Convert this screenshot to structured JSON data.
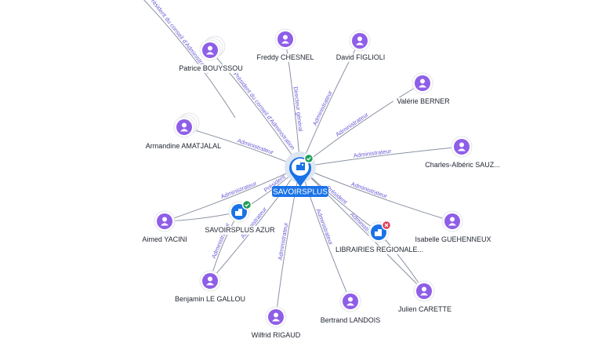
{
  "graph": {
    "center": {
      "label": "SAVOIRSPLUS",
      "status": "active"
    },
    "people": [
      {
        "name": "Patrice BOUYSSOU",
        "role": "Président du conseil d'Administration",
        "stacked": true
      },
      {
        "name": "Freddy CHESNEL",
        "role": "Directeur général"
      },
      {
        "name": "David FIGLIOLI",
        "role": "Administrateur"
      },
      {
        "name": "Valérie BERNER",
        "role": "Administrateur"
      },
      {
        "name": "Charles-Albéric SAUZ...",
        "role": "Administrateur"
      },
      {
        "name": "Armandine AMATJALAL",
        "role": "Administrateur",
        "stacked": true
      },
      {
        "name": "Isabelle GUEHENNEUX",
        "role": "Administrateur"
      },
      {
        "name": "Aimed YACINI",
        "role": "Administrateur"
      },
      {
        "name": "Benjamin LE GALLOU",
        "role": "Administrateur"
      },
      {
        "name": "Wilfrid RIGAUD",
        "role": "Administrateur"
      },
      {
        "name": "Bertrand LANDOIS",
        "role": "Administrateur"
      },
      {
        "name": "Julien CARETTE",
        "role": "Administrateur"
      }
    ],
    "companies": [
      {
        "name": "SAVOIRSPLUS AZUR",
        "status": "active",
        "role": "Président"
      },
      {
        "name": "LIBRAIRIES REGIONALE...",
        "status": "closed",
        "role": "Président"
      }
    ],
    "extra_edge_label": "Administrateur",
    "colors": {
      "person": "#8f5ee8",
      "company": "#1a73e8",
      "edge_label": "#6b5bd6",
      "active": "#1e9e58",
      "closed": "#e53956"
    }
  }
}
